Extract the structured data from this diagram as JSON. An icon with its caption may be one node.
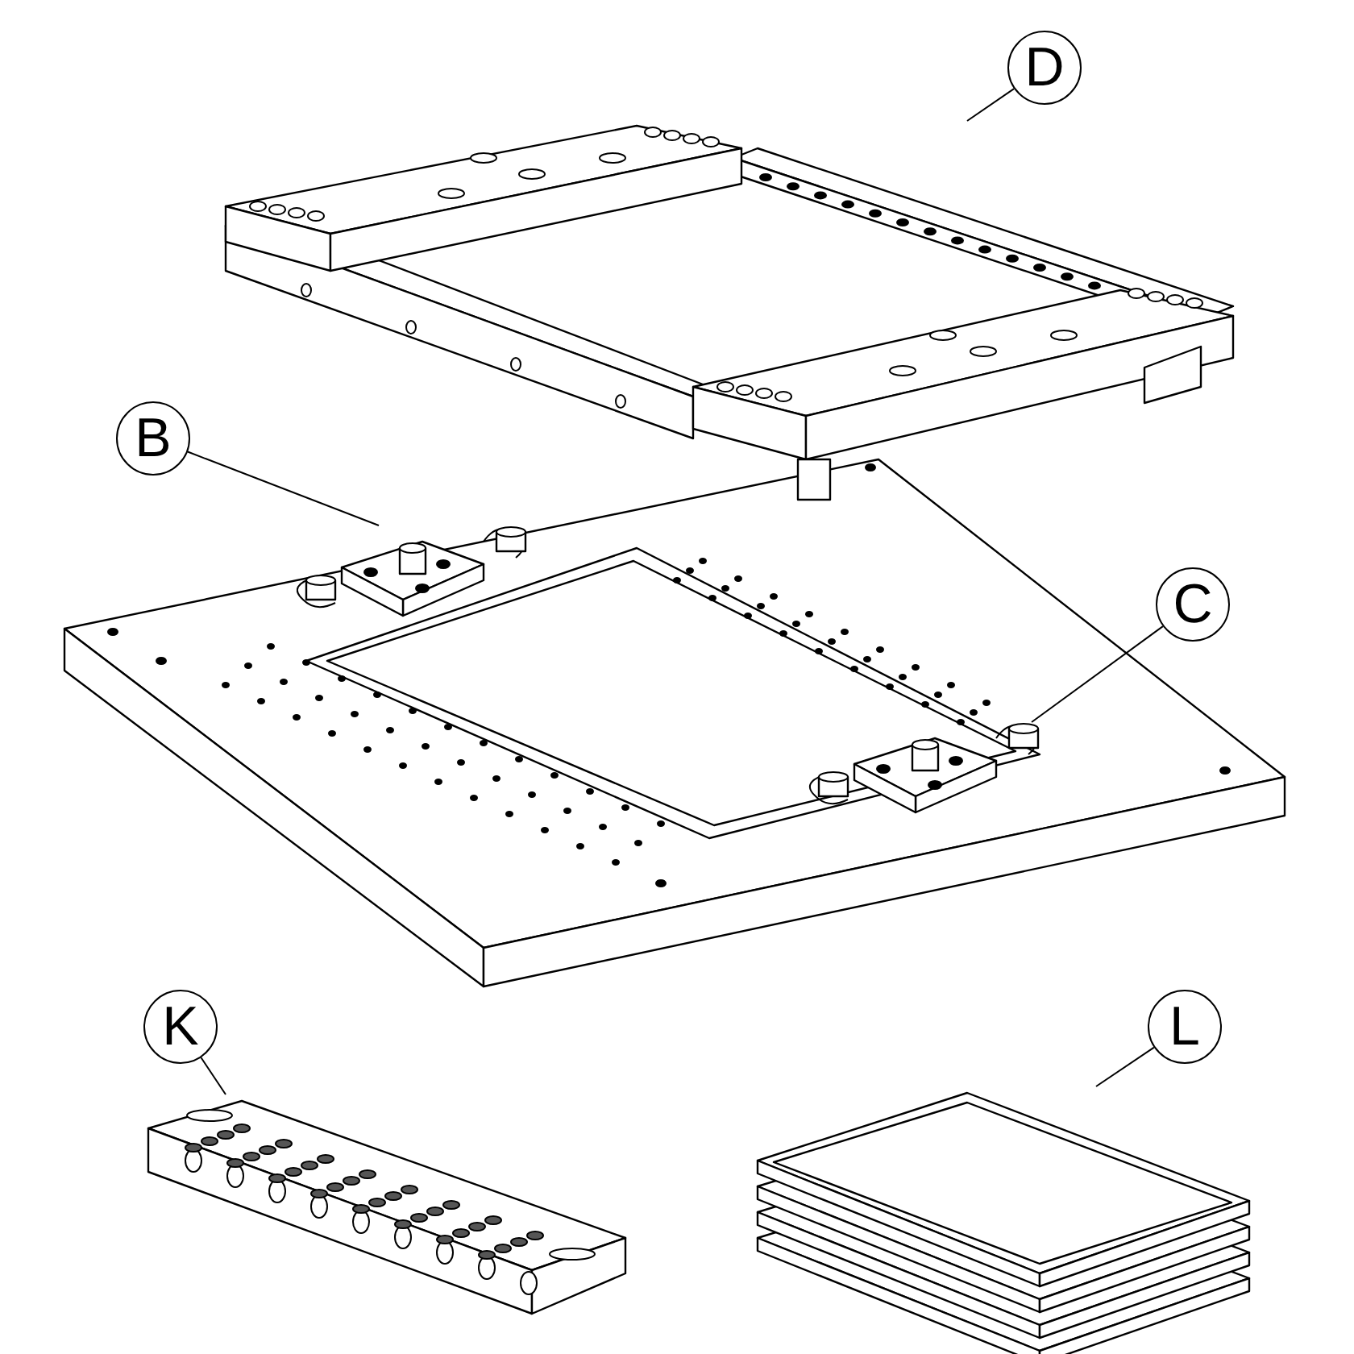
{
  "diagram": {
    "nodes": [
      {
        "text": [
          "D"
        ]
      },
      {
        "text": [],
        "shape": "picture"
      },
      {
        "text": [
          "B"
        ]
      },
      {
        "text": [],
        "shape": "picture"
      },
      {
        "text": [
          "C"
        ]
      },
      {
        "text": [],
        "shape": "picture"
      },
      {
        "text": [
          "K"
        ]
      },
      {
        "text": [],
        "shape": "picture"
      },
      {
        "text": [
          "L"
        ]
      },
      {
        "text": [],
        "shape": "picture"
      }
    ],
    "edges": [
      {
        "from": 0,
        "to": 1,
        "arrow": "none"
      },
      {
        "from": 2,
        "to": 3,
        "arrow": "none"
      },
      {
        "from": 4,
        "to": 5,
        "arrow": "none"
      },
      {
        "from": 6,
        "to": 7,
        "arrow": "none"
      },
      {
        "from": 8,
        "to": 9,
        "arrow": "none"
      }
    ]
  }
}
